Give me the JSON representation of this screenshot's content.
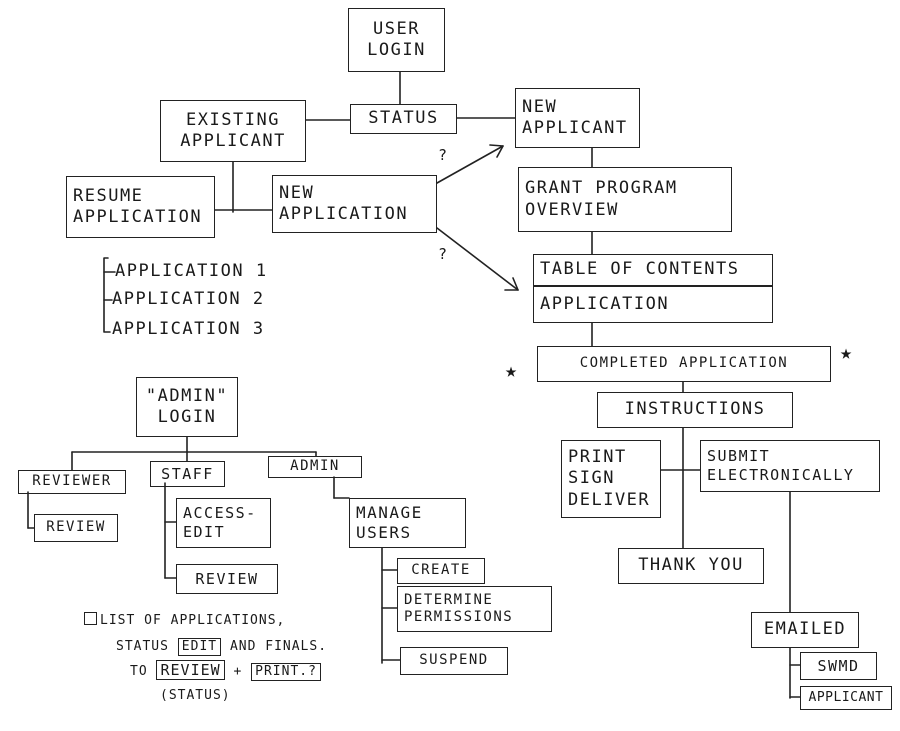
{
  "nodes": {
    "user_login": [
      "USER",
      "LOGIN"
    ],
    "status": "STATUS",
    "existing_applicant": [
      "EXISTING",
      "APPLICANT"
    ],
    "new_applicant": [
      "NEW",
      "APPLICANT"
    ],
    "resume_application": [
      "RESUME",
      "APPLICATION"
    ],
    "new_application": [
      "NEW",
      "APPLICATION"
    ],
    "grant_program_overview": [
      "GRANT PROGRAM",
      "OVERVIEW"
    ],
    "table_of_contents": "TABLE OF CONTENTS",
    "application": "APPLICATION",
    "completed_application": "COMPLETED APPLICATION",
    "instructions": "INSTRUCTIONS",
    "print_sign_deliver": [
      "PRINT",
      "SIGN",
      "DELIVER"
    ],
    "submit_electronically": [
      "SUBMIT",
      "ELECTRONICALLY"
    ],
    "thank_you": "THANK YOU",
    "emailed": "EMAILED",
    "swmd": "SWMD",
    "applicant": "APPLICANT",
    "admin_login": [
      "\"ADMIN\"",
      "LOGIN"
    ],
    "reviewer": "REVIEWER",
    "review_reviewer": "REVIEW",
    "staff": "STAFF",
    "access_edit": [
      "ACCESS-",
      "EDIT"
    ],
    "review_staff": "REVIEW",
    "admin": "ADMIN",
    "manage_users": [
      "MANAGE",
      "USERS"
    ],
    "create": "CREATE",
    "determine_permissions": [
      "DETERMINE",
      "PERMISSIONS"
    ],
    "suspend": "SUSPEND"
  },
  "applications_list": [
    "APPLICATION 1",
    "APPLICATION 2",
    "APPLICATION 3"
  ],
  "question_marks": [
    "?",
    "?"
  ],
  "stars": [
    "★",
    "★"
  ],
  "note": {
    "line1": "LIST OF APPLICATIONS,",
    "line2_pre": "STATUS",
    "line2_box": "EDIT",
    "line2_post": "AND FINALS.",
    "line3_pre": "TO",
    "line3_box1": "REVIEW",
    "line3_plus": "+",
    "line3_box2": "PRINT.?",
    "line4": "(STATUS)"
  }
}
